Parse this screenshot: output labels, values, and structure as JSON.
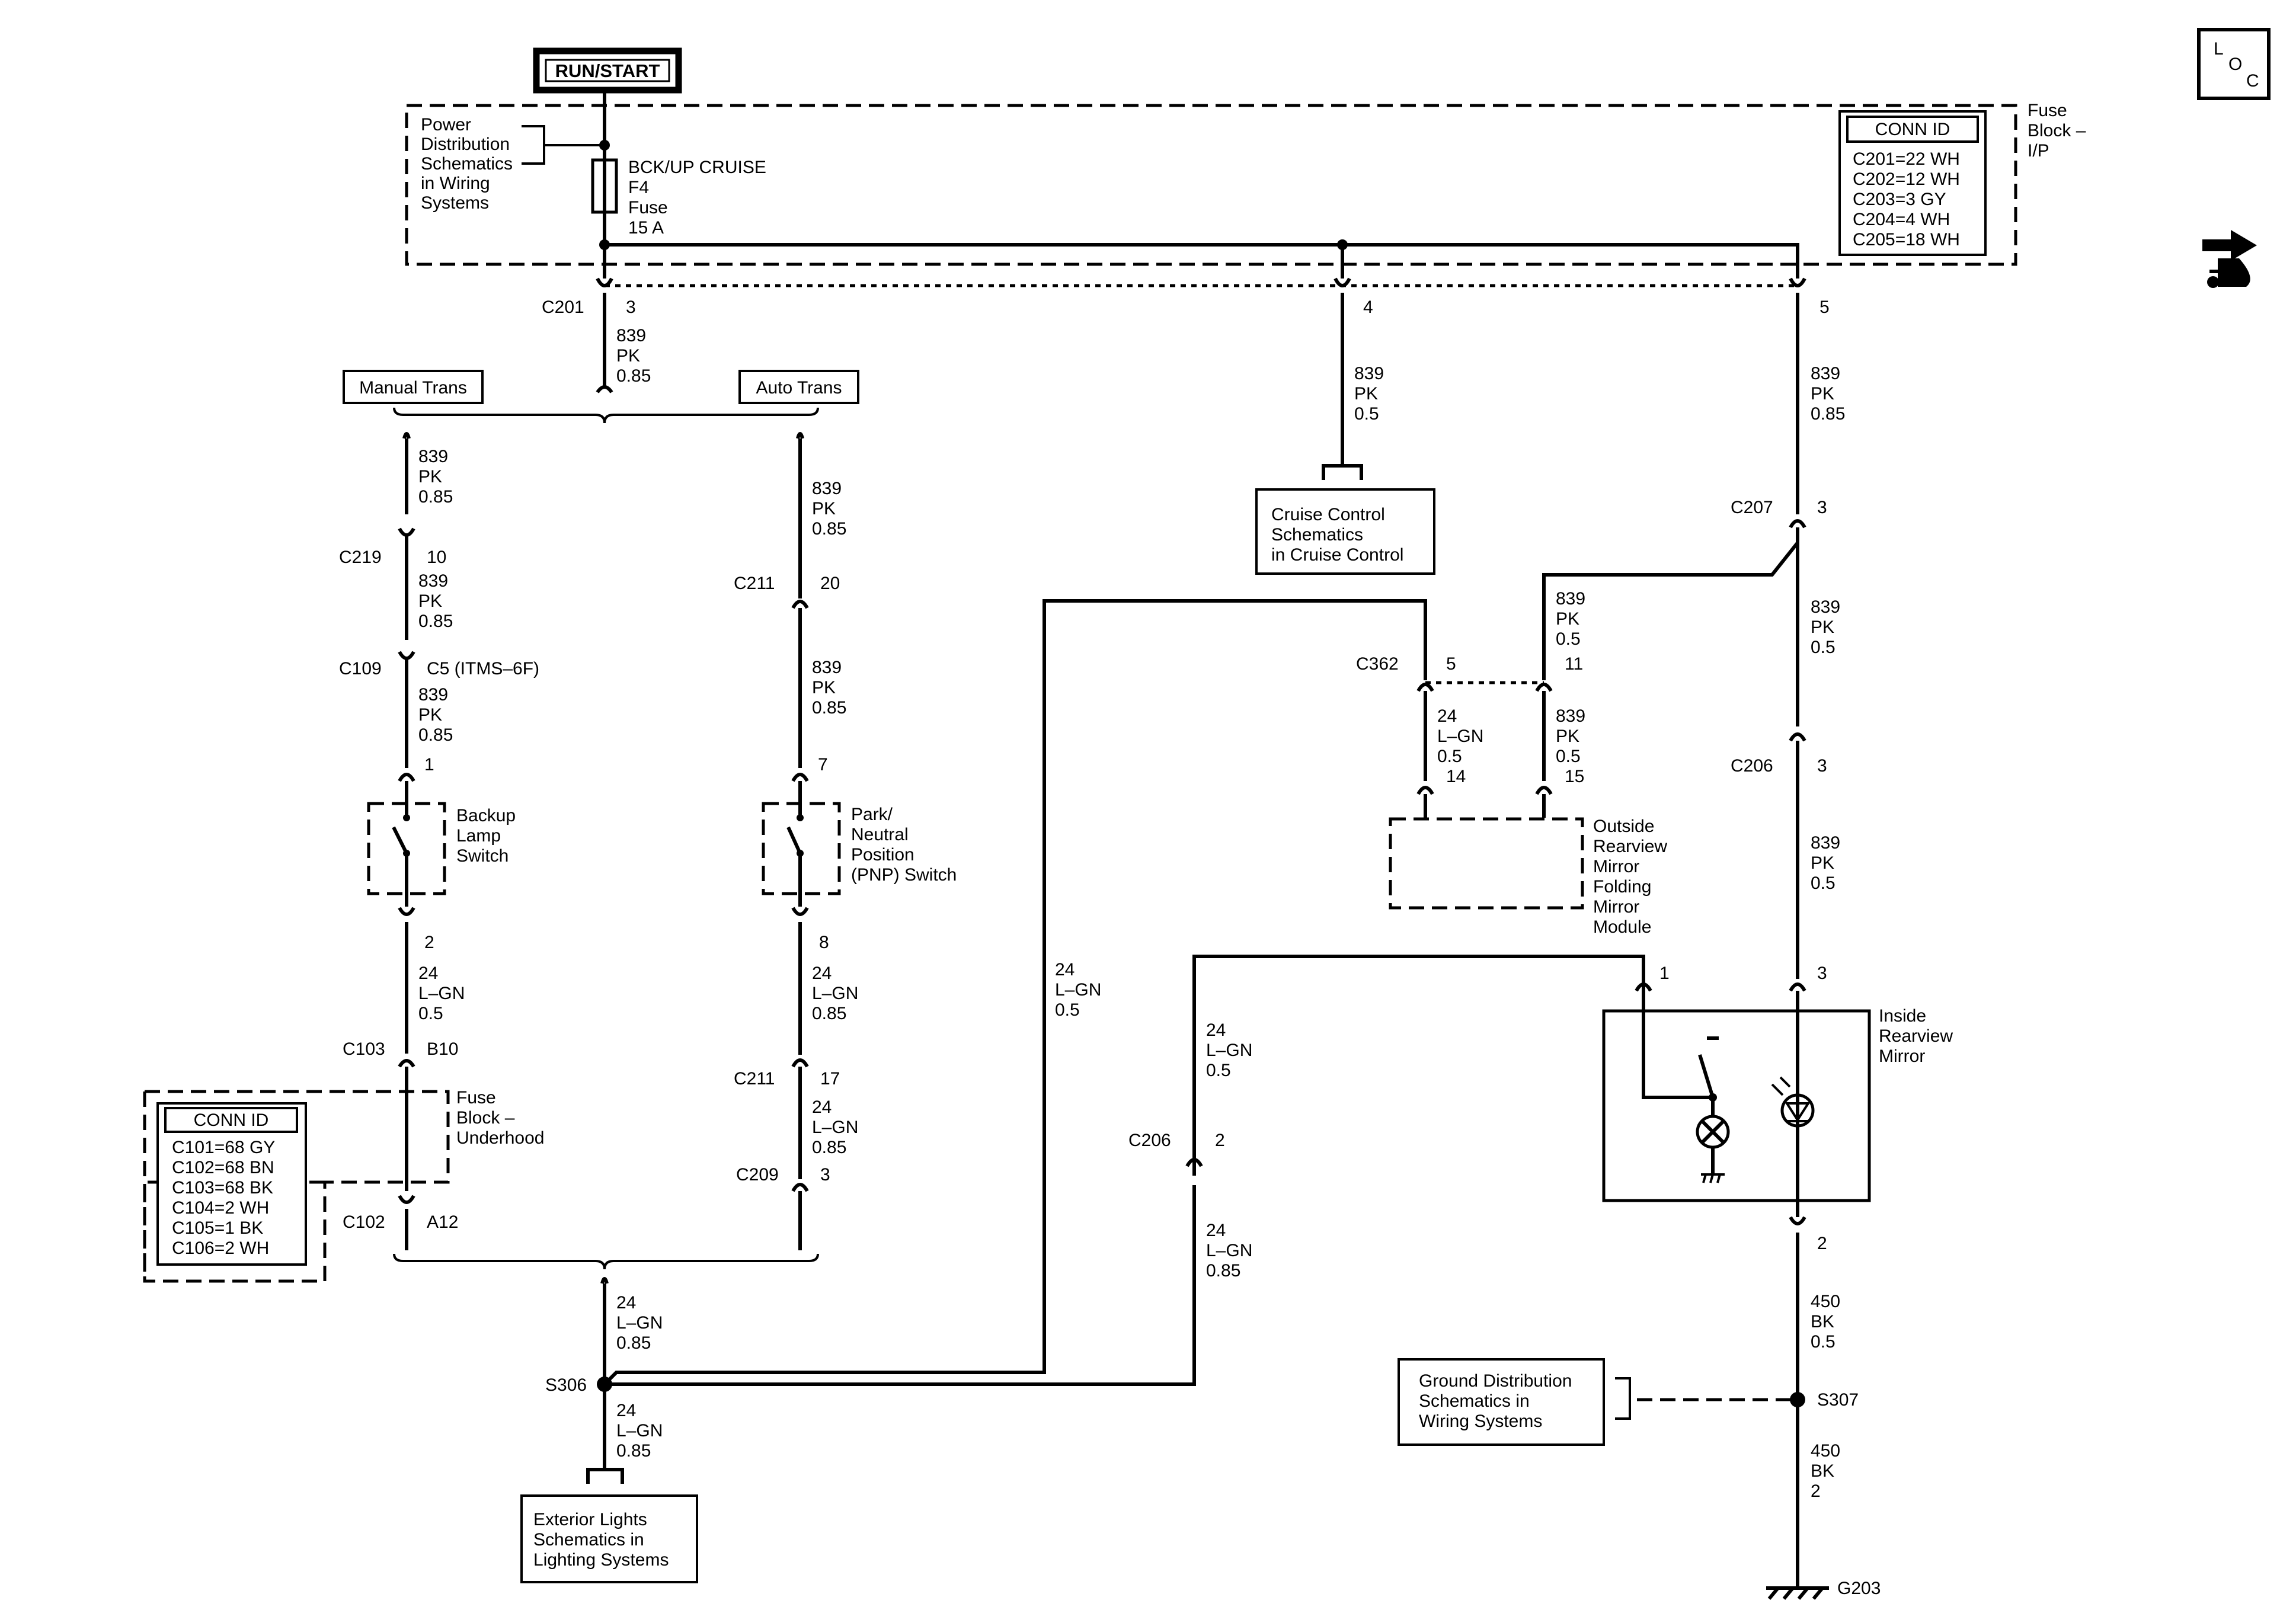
{
  "power": {
    "run_start": "RUN/START"
  },
  "fuse_block_ip": {
    "label": [
      "Fuse",
      "Block –",
      "I/P"
    ],
    "fuse": [
      "BCK/UP CRUISE",
      "F4",
      "Fuse",
      "15 A"
    ],
    "conn_title": "CONN ID",
    "conn": [
      "C201=22 WH",
      "C202=12 WH",
      "C203=3 GY",
      "C204=4 WH",
      "C205=18 WH"
    ]
  },
  "power_dist_ref": [
    "Power",
    "Distribution",
    "Schematics",
    "in Wiring",
    "Systems"
  ],
  "fuse_block_uh": {
    "label": [
      "Fuse",
      "Block –",
      "Underhood"
    ],
    "conn_title": "CONN ID",
    "conn": [
      "C101=68 GY",
      "C102=68 BN",
      "C103=68 BK",
      "C104=2 WH",
      "C105=1 BK",
      "C106=2 WH"
    ]
  },
  "trans": {
    "manual": "Manual Trans",
    "auto": "Auto Trans"
  },
  "wire": {
    "pk085": [
      "839",
      "PK",
      "0.85"
    ],
    "pk05": [
      "839",
      "PK",
      "0.5"
    ],
    "lg05": [
      "24",
      "L–GN",
      "0.5"
    ],
    "lg085": [
      "24",
      "L–GN",
      "0.85"
    ],
    "bk05": [
      "450",
      "BK",
      "0.5"
    ],
    "bk2": [
      "450",
      "BK",
      "2"
    ]
  },
  "connectors": {
    "c201": "C201",
    "c201_pin": "3",
    "c204_pin": "4",
    "c205_pin": "5",
    "c219": "C219",
    "c219_pin": "10",
    "c109": "C109",
    "c109_pin": "C5 (ITMS–6F)",
    "c211": "C211",
    "c211_pin_a": "20",
    "c211_pin_b": "17",
    "c103": "C103",
    "c103_pin": "B10",
    "c102": "C102",
    "c102_pin": "A12",
    "c209": "C209",
    "c209_pin": "3",
    "c207": "C207",
    "c207_pin": "3",
    "c206": "C206",
    "c206_pin_r": "3",
    "c206_pin_l": "2",
    "c362": "C362",
    "c362_pin_a": "5",
    "c362_pin_b": "11",
    "bls_pin1": "1",
    "bls_pin2": "2",
    "pnp_pin7": "7",
    "pnp_pin8": "8",
    "orm_pin14": "14",
    "orm_pin15": "15",
    "irm_pin1": "1",
    "irm_pin3": "3",
    "irm_pin2": "2"
  },
  "components": {
    "backup_switch": [
      "Backup",
      "Lamp",
      "Switch"
    ],
    "pnp_switch": [
      "Park/",
      "Neutral",
      "Position",
      "(PNP) Switch"
    ],
    "cruise_ref": [
      "Cruise Control",
      "Schematics",
      "in Cruise Control"
    ],
    "outside_mirror": [
      "Outside",
      "Rearview",
      "Mirror",
      "Folding",
      "Mirror",
      "Module"
    ],
    "inside_mirror": [
      "Inside",
      "Rearview",
      "Mirror"
    ],
    "exterior_ref": [
      "Exterior Lights",
      "Schematics in",
      "Lighting Systems"
    ],
    "ground_ref": [
      "Ground Distribution",
      "Schematics in",
      "Wiring Systems"
    ]
  },
  "splices": {
    "s306": "S306",
    "s307": "S307",
    "g203": "G203"
  },
  "loc": [
    "L",
    "O",
    "C"
  ]
}
